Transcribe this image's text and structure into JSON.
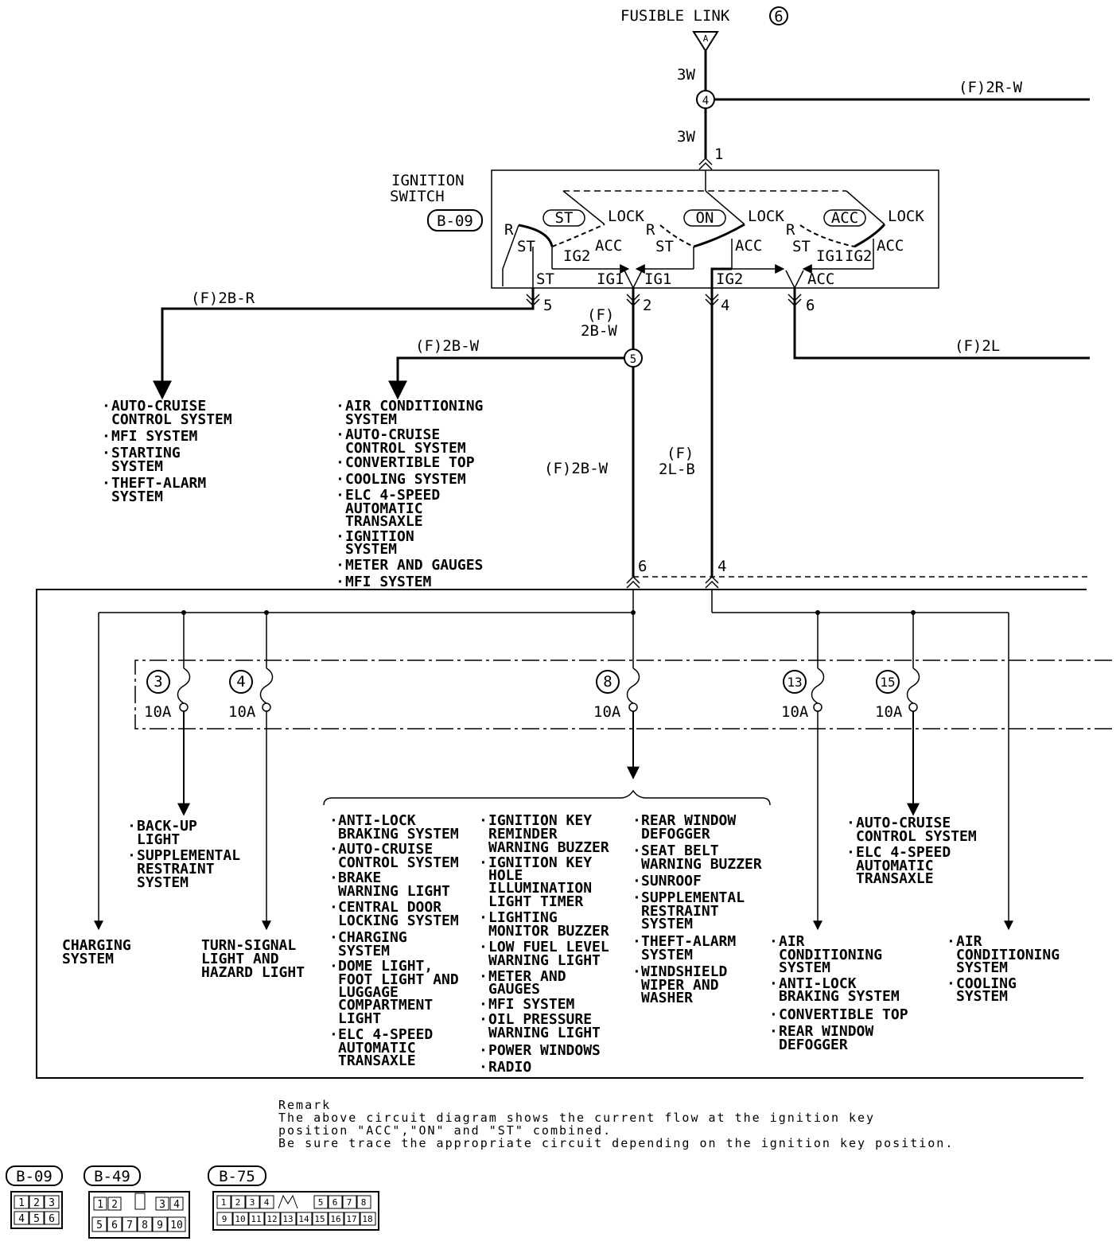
{
  "fusible_link": {
    "label": "FUSIBLE LINK",
    "number": "6",
    "connector": "A"
  },
  "wire_labels": {
    "w3w_a": "3W",
    "w3w_b": "3W",
    "f2rw": "(F)2R-W",
    "f2br": "(F)2B-R",
    "f2bw_top_1": "(F)",
    "f2bw_top_2": "2B-W",
    "f2bw_left": "(F)2B-W",
    "f2l": "(F)2L",
    "f2bw_mid": "(F)2B-W",
    "f2lb_1": "(F)",
    "f2lb_2": "2L-B"
  },
  "junctions": {
    "j4": "4",
    "j5": "5"
  },
  "ignition_switch": {
    "title_1": "IGNITION",
    "title_2": "SWITCH",
    "connector": "B-09",
    "modes": [
      "ST",
      "ON",
      "ACC"
    ],
    "contacts": {
      "lock": "LOCK",
      "acc": "ACC",
      "r": "R",
      "st": "ST",
      "ig1": "IG1",
      "ig2": "IG2"
    }
  },
  "pins": {
    "p1": "1",
    "p2": "2",
    "p4": "4",
    "p5": "5",
    "p6": "6",
    "j6": "6",
    "j4": "4"
  },
  "loads": {
    "st_line": [
      "AUTO-CRUISE",
      "CONTROL SYSTEM",
      "MFI SYSTEM",
      "STARTING",
      "SYSTEM",
      "THEFT-ALARM",
      "SYSTEM"
    ],
    "ig1_line": [
      "AIR CONDITIONING",
      "SYSTEM",
      "AUTO-CRUISE",
      "CONTROL SYSTEM",
      "CONVERTIBLE TOP",
      "COOLING SYSTEM",
      "ELC 4-SPEED",
      "AUTOMATIC",
      "TRANSAXLE",
      "IGNITION",
      "SYSTEM",
      "METER AND GAUGES",
      "MFI SYSTEM"
    ]
  },
  "fuses": [
    {
      "num": "3",
      "rating": "10A"
    },
    {
      "num": "4",
      "rating": "10A"
    },
    {
      "num": "8",
      "rating": "10A"
    },
    {
      "num": "13",
      "rating": "10A"
    },
    {
      "num": "15",
      "rating": "10A"
    }
  ],
  "fuse_loads": {
    "f3": [
      "BACK-UP",
      "LIGHT",
      "SUPPLEMENTAL",
      "RESTRAINT",
      "SYSTEM"
    ],
    "charging": [
      "CHARGING",
      "SYSTEM"
    ],
    "turn": [
      "TURN-SIGNAL",
      "LIGHT AND",
      "HAZARD LIGHT"
    ],
    "f8_col1": [
      "ANTI-LOCK",
      "BRAKING SYSTEM",
      "AUTO-CRUISE",
      "CONTROL SYSTEM",
      "BRAKE",
      "WARNING LIGHT",
      "CENTRAL DOOR",
      "LOCKING SYSTEM",
      "CHARGING",
      "SYSTEM",
      "DOME LIGHT,",
      "FOOT LIGHT AND",
      "LUGGAGE",
      "COMPARTMENT",
      "LIGHT",
      "ELC 4-SPEED",
      "AUTOMATIC",
      "TRANSAXLE"
    ],
    "f8_col2": [
      "IGNITION KEY",
      "REMINDER",
      "WARNING BUZZER",
      "IGNITION KEY",
      "HOLE",
      "ILLUMINATION",
      "LIGHT TIMER",
      "LIGHTING",
      "MONITOR BUZZER",
      "LOW FUEL LEVEL",
      "WARNING LIGHT",
      "METER AND",
      "GAUGES",
      "MFI SYSTEM",
      "OIL PRESSURE",
      "WARNING LIGHT",
      "POWER WINDOWS",
      "RADIO"
    ],
    "f8_col3": [
      "REAR WINDOW",
      "DEFOGGER",
      "SEAT BELT",
      "WARNING BUZZER",
      "SUNROOF",
      "SUPPLEMENTAL",
      "RESTRAINT",
      "SYSTEM",
      "THEFT-ALARM",
      "SYSTEM",
      "WINDSHIELD",
      "WIPER AND",
      "WASHER"
    ],
    "f15": [
      "AUTO-CRUISE",
      "CONTROL SYSTEM",
      "ELC 4-SPEED",
      "AUTOMATIC",
      "TRANSAXLE"
    ],
    "f13": [
      "AIR",
      "CONDITIONING",
      "SYSTEM",
      "ANTI-LOCK",
      "BRAKING SYSTEM",
      "CONVERTIBLE TOP",
      "REAR WINDOW",
      "DEFOGGER"
    ],
    "right": [
      "AIR",
      "CONDITIONING",
      "SYSTEM",
      "COOLING",
      "SYSTEM"
    ]
  },
  "remark": {
    "title": "Remark",
    "line1": "The above circuit diagram shows the current flow at the ignition key",
    "line2": "position \"ACC\",\"ON\" and \"ST\" combined.",
    "line3": "Be sure trace the appropriate circuit depending on the ignition key position."
  },
  "connectors": {
    "b09": {
      "label": "B-09",
      "top": [
        "1",
        "2",
        "3"
      ],
      "bottom": [
        "4",
        "5",
        "6"
      ]
    },
    "b49": {
      "label": "B-49",
      "top": [
        "1",
        "2",
        "",
        "3",
        "4"
      ],
      "bottom": [
        "5",
        "6",
        "7",
        "8",
        "9",
        "10"
      ]
    },
    "b75": {
      "label": "B-75",
      "top": [
        "1",
        "2",
        "3",
        "4",
        "",
        "5",
        "6",
        "7",
        "8"
      ],
      "bottom": [
        "9",
        "10",
        "11",
        "12",
        "13",
        "14",
        "15",
        "16",
        "17",
        "18"
      ]
    }
  }
}
